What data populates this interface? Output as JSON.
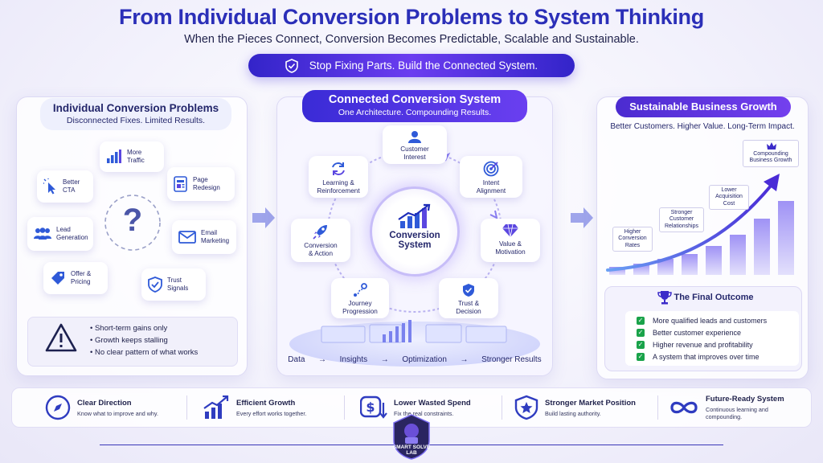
{
  "header": {
    "title": "From Individual Conversion Problems to System Thinking",
    "subtitle": "When the Pieces Connect, Conversion Becomes Predictable, Scalable and Sustainable.",
    "banner": "Stop Fixing Parts. Build the Connected System."
  },
  "left": {
    "title": "Individual Conversion Problems",
    "subtitle": "Disconnected Fixes. Limited Results.",
    "center_symbol": "?",
    "cards": [
      {
        "label": "More\nTraffic",
        "icon": "bar-chart-icon"
      },
      {
        "label": "Better\nCTA",
        "icon": "cursor-click-icon"
      },
      {
        "label": "Page\nRedesign",
        "icon": "page-icon"
      },
      {
        "label": "Lead\nGeneration",
        "icon": "people-icon"
      },
      {
        "label": "Email\nMarketing",
        "icon": "envelope-icon"
      },
      {
        "label": "Offer &\nPricing",
        "icon": "price-tag-icon"
      },
      {
        "label": "Trust\nSignals",
        "icon": "shield-check-icon"
      }
    ],
    "warnings": [
      "Short-term gains only",
      "Growth keeps stalling",
      "No clear pattern of what works"
    ]
  },
  "middle": {
    "title": "Connected Conversion System",
    "subtitle": "One Architecture. Compounding Results.",
    "hub": "Conversion\nSystem",
    "nodes": [
      {
        "label": "Customer\nInterest",
        "icon": "customer-icon"
      },
      {
        "label": "Intent\nAlignment",
        "icon": "target-icon"
      },
      {
        "label": "Value &\nMotivation",
        "icon": "diamond-icon"
      },
      {
        "label": "Trust &\nDecision",
        "icon": "shield-check-icon"
      },
      {
        "label": "Journey\nProgression",
        "icon": "route-icon"
      },
      {
        "label": "Conversion\n& Action",
        "icon": "rocket-icon"
      },
      {
        "label": "Learning &\nReinforcement",
        "icon": "refresh-icon"
      }
    ],
    "pipeline": [
      "Data",
      "→",
      "Insights",
      "→",
      "Optimization",
      "→",
      "Stronger Results"
    ]
  },
  "right": {
    "title": "Sustainable Business Growth",
    "subtitle": "Better Customers. Higher Value. Long-Term Impact.",
    "milestones": [
      "Higher\nConversion\nRates",
      "Stronger\nCustomer\nRelationships",
      "Lower\nAcquisition\nCost",
      "Compounding\nBusiness Growth"
    ],
    "outcome_title": "The Final Outcome",
    "outcomes": [
      "More qualified leads and customers",
      "Better customer experience",
      "Higher revenue and profitability",
      "A system that improves over time"
    ]
  },
  "benefits": [
    {
      "title": "Clear Direction",
      "desc": "Know what to improve and why.",
      "icon": "compass-icon"
    },
    {
      "title": "Efficient Growth",
      "desc": "Every effort works together.",
      "icon": "growth-chart-icon"
    },
    {
      "title": "Lower Wasted Spend",
      "desc": "Fix the real constraints.",
      "icon": "dollar-down-icon"
    },
    {
      "title": "Stronger Market Position",
      "desc": "Build lasting authority.",
      "icon": "star-shield-icon"
    },
    {
      "title": "Future-Ready System",
      "desc": "Continuous learning and\ncompounding.",
      "icon": "infinity-icon"
    }
  ],
  "logo": "SMART SOLVE\nLAB",
  "colors": {
    "primary": "#2b2fb8",
    "accent": "#6a3ff0",
    "success": "#1aa34a"
  }
}
